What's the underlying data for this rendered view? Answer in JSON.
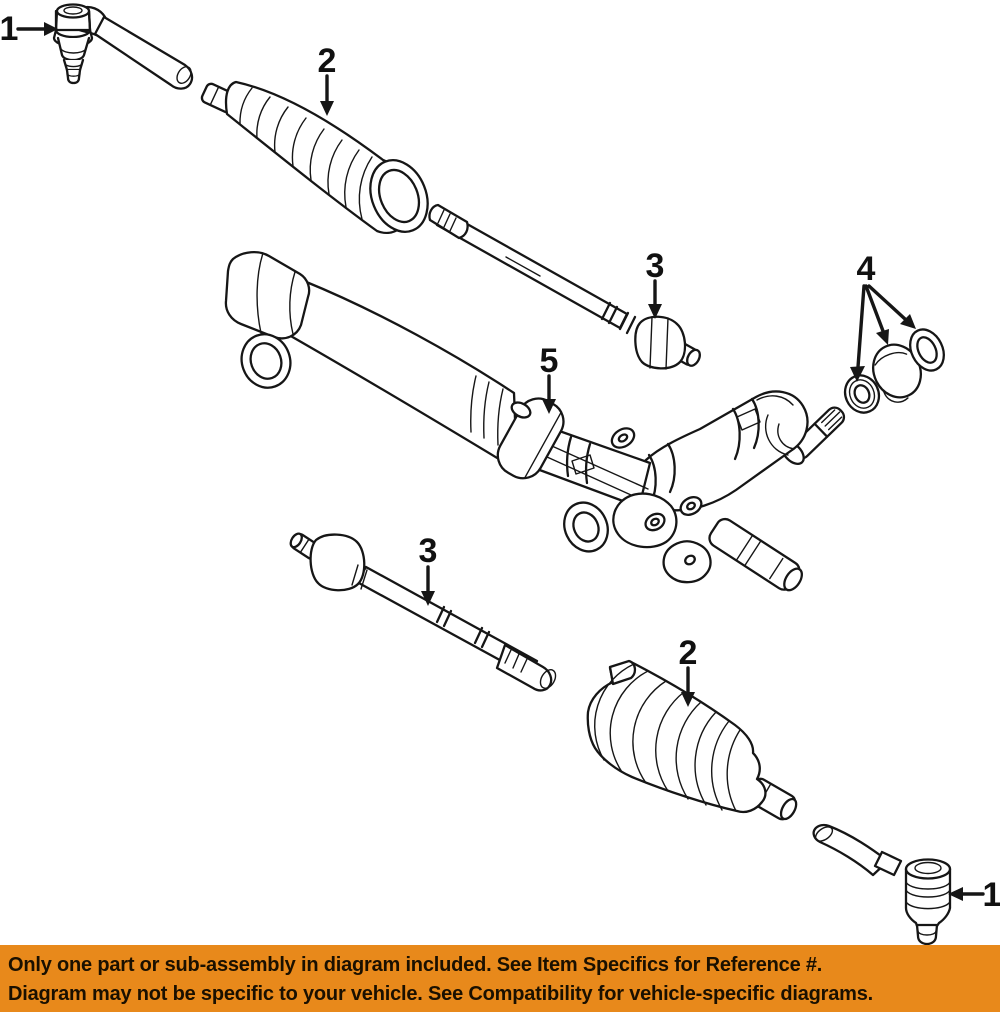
{
  "diagram": {
    "background_color": "#ffffff",
    "line_color": "#161616",
    "callouts": [
      {
        "id": "outer-tie-rod-end-top-left",
        "label": "1"
      },
      {
        "id": "steering-boot-upper",
        "label": "2"
      },
      {
        "id": "inner-tie-rod-upper",
        "label": "3"
      },
      {
        "id": "seal-kit-group",
        "label": "4"
      },
      {
        "id": "rack-and-pinion-assembly",
        "label": "5"
      },
      {
        "id": "inner-tie-rod-lower",
        "label": "3"
      },
      {
        "id": "steering-boot-lower",
        "label": "2"
      },
      {
        "id": "outer-tie-rod-end-bottom-right",
        "label": "1"
      }
    ]
  },
  "banner": {
    "bg_color": "#E8891B",
    "text_color": "#1a1000",
    "line1": "Only one part or sub-assembly in diagram included. See Item Specifics for Reference #.",
    "line2": "Diagram may not be specific to your vehicle. See Compatibility for vehicle-specific diagrams."
  }
}
